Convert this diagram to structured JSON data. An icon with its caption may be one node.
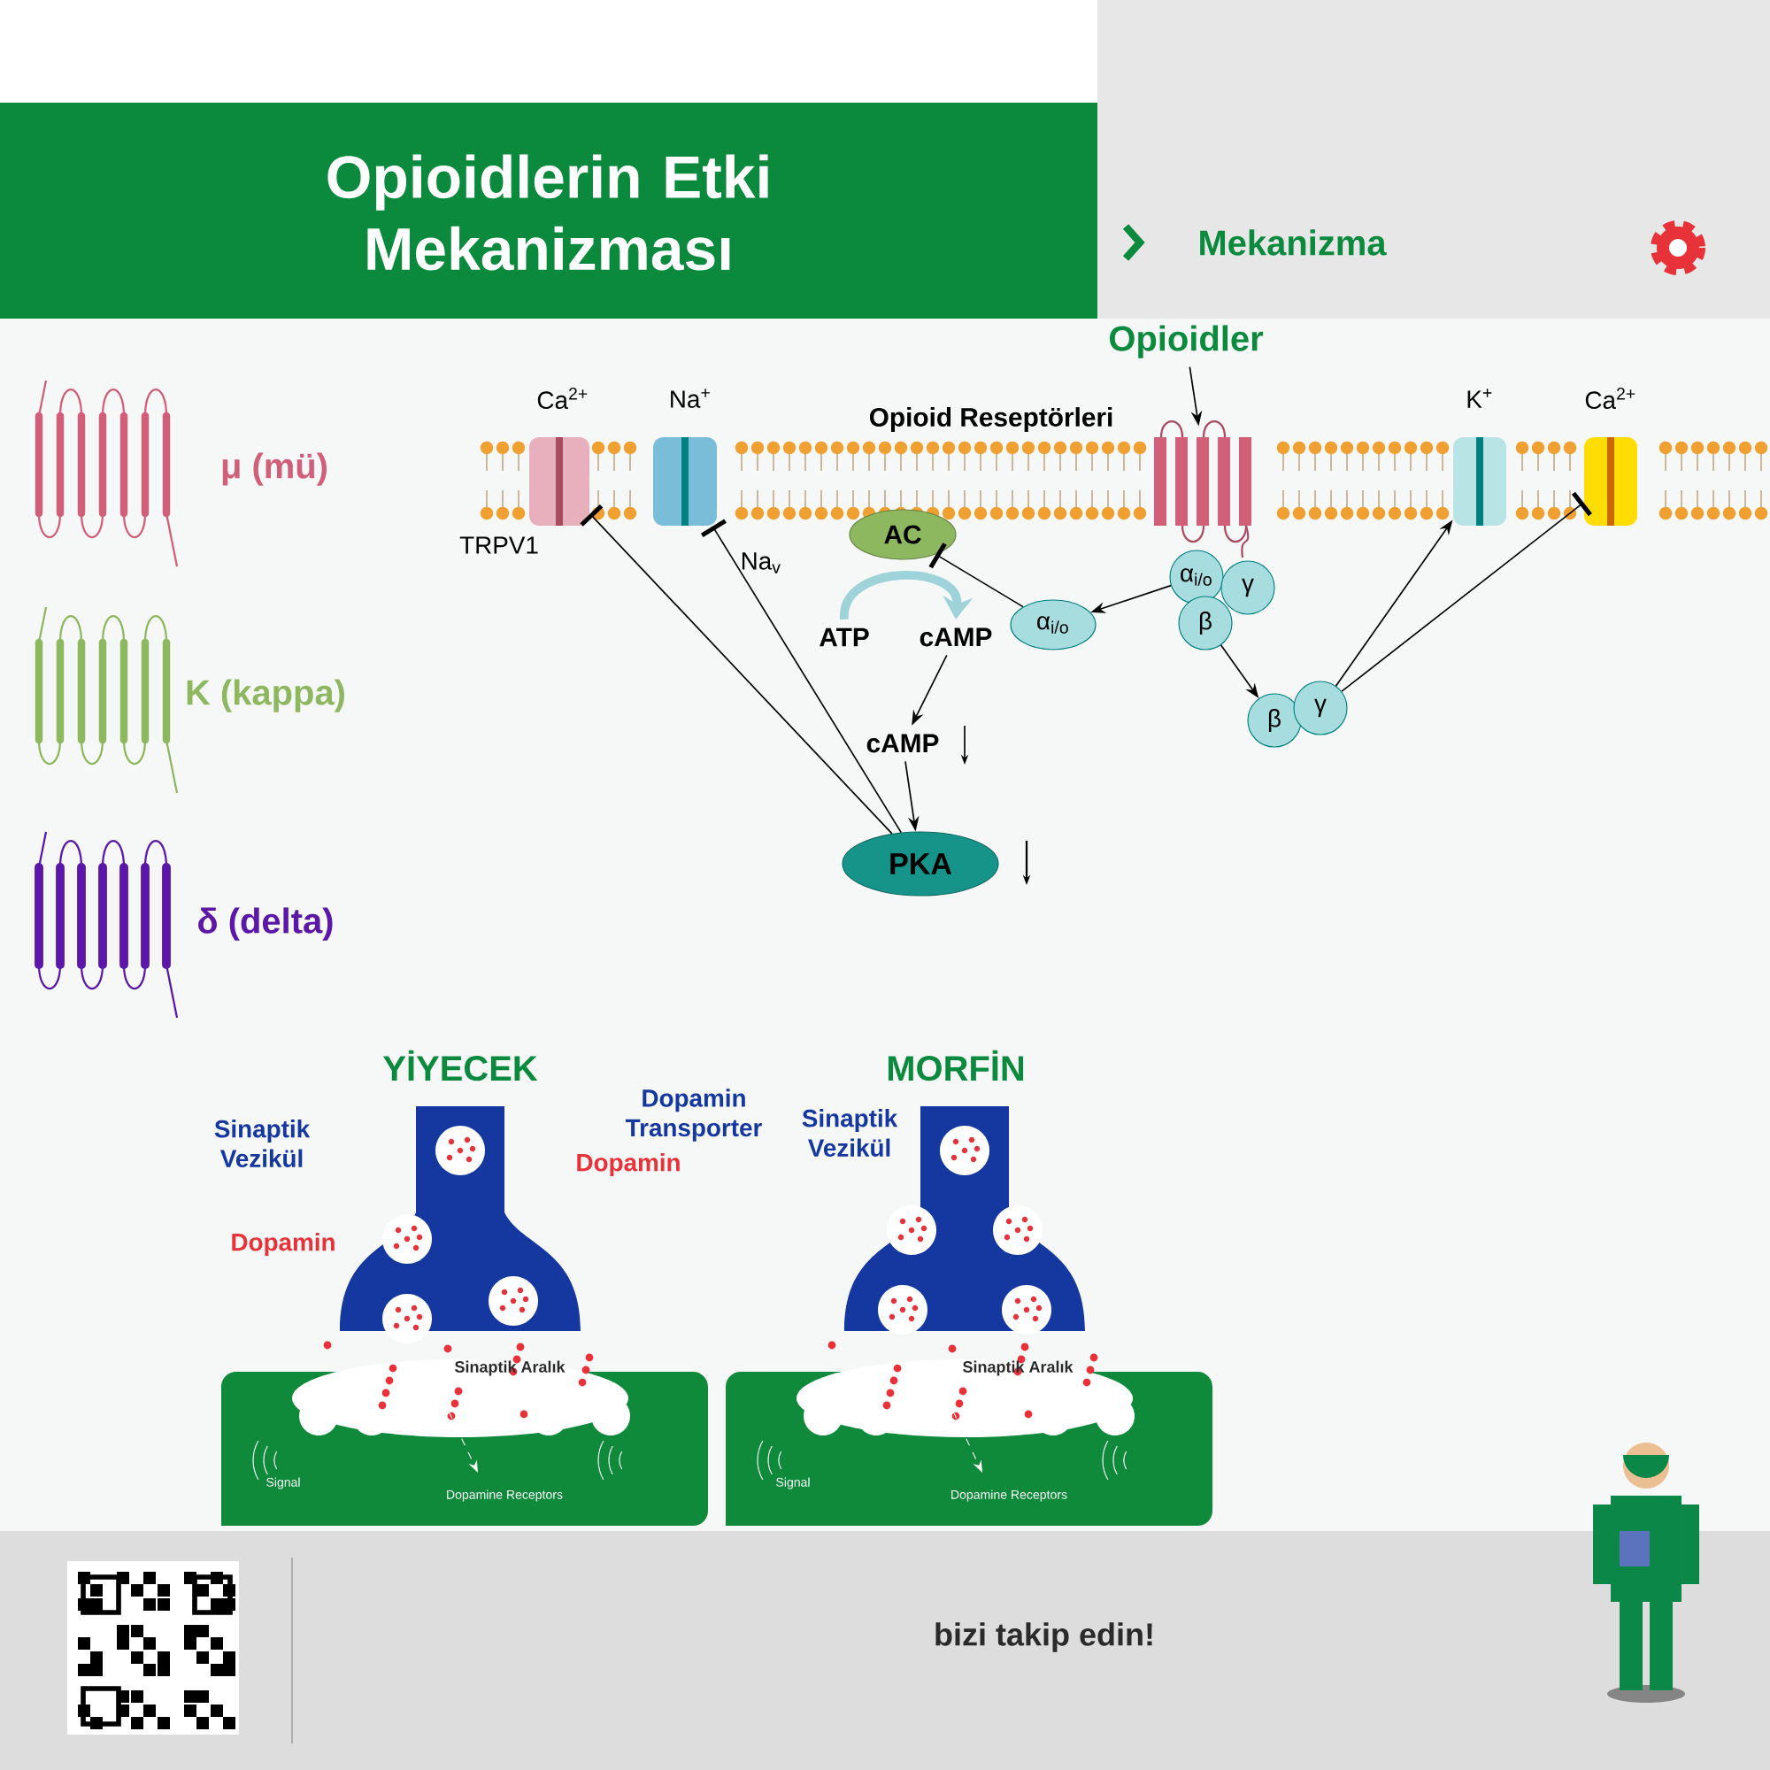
{
  "diagram": {
    "title": "Opioidlerin Etki Mekanizması",
    "nodes": [
      {
        "text": [
          "Opioidler"
        ]
      },
      {
        "text": [],
        "shape": "picture"
      },
      {
        "text": [],
        "shape": "picture",
        "beside": [
          "Ca$^{2+}$",
          "TRPV1"
        ]
      },
      {
        "text": [],
        "shape": "picture",
        "beside": [
          "Na$^{+}$",
          "Na$_{v}$"
        ]
      },
      {
        "text": [],
        "shape": "picture",
        "beside": [
          "K$^{+}$"
        ]
      },
      {
        "text": [],
        "shape": "picture",
        "beside": [
          "Ca$^{2+}$"
        ]
      },
      {
        "text": [
          "AC"
        ]
      },
      {
        "text": [
          "ATP"
        ]
      },
      {
        "text": [
          "cAMP"
        ]
      },
      {
        "text": [
          "cAMP"
        ]
      },
      {
        "text": [
          "PKA"
        ]
      },
      {
        "text": [
          "α$_{i/o}$"
        ]
      },
      {
        "text": [
          "β"
        ]
      },
      {
        "text": [
          "γ"
        ]
      },
      {
        "text": [
          "α$_{i/o}$"
        ]
      },
      {
        "text": [
          "β"
        ]
      },
      {
        "text": [
          "γ"
        ]
      }
    ],
    "edges": [
      {
        "from": 0,
        "to": 1,
        "arrow": "to"
      },
      {
        "from": 11,
        "to": 14,
        "arrow": "to"
      },
      {
        "from": 14,
        "to": 6,
        "arrow": "other"
      },
      {
        "from": 7,
        "to": 8,
        "arrow": "to",
        "style": "thick",
        "color": "#9fd3da"
      },
      {
        "from": 8,
        "to": 9,
        "arrow": "to"
      },
      {
        "from": 9,
        "to": 10,
        "arrow": "to"
      },
      {
        "from": 10,
        "to": 2,
        "arrow": "other"
      },
      {
        "from": 10,
        "to": 3,
        "arrow": "other"
      },
      {
        "from": 12,
        "to": 15,
        "arrow": "to"
      },
      {
        "from": 16,
        "to": 4,
        "arrow": "to"
      },
      {
        "from": 16,
        "to": 5,
        "arrow": "other"
      }
    ],
    "labels": [
      "Mekanizma",
      "Opioid Reseptörleri",
      "μ (mü)",
      "K (kappa)",
      "δ (delta)",
      "YİYECEK",
      "MORFİN",
      "Sinaptik Vezikül",
      "Dopamin Transporter",
      "Dopamin",
      "Dopamin",
      "Sinaptik Vezikül",
      "Sinaptik Aralık",
      "Sinaptik Aralık",
      "Signal",
      "Dopamine Receptors",
      "Signal",
      "Dopamine Receptors",
      "bizi takip edin!"
    ]
  }
}
